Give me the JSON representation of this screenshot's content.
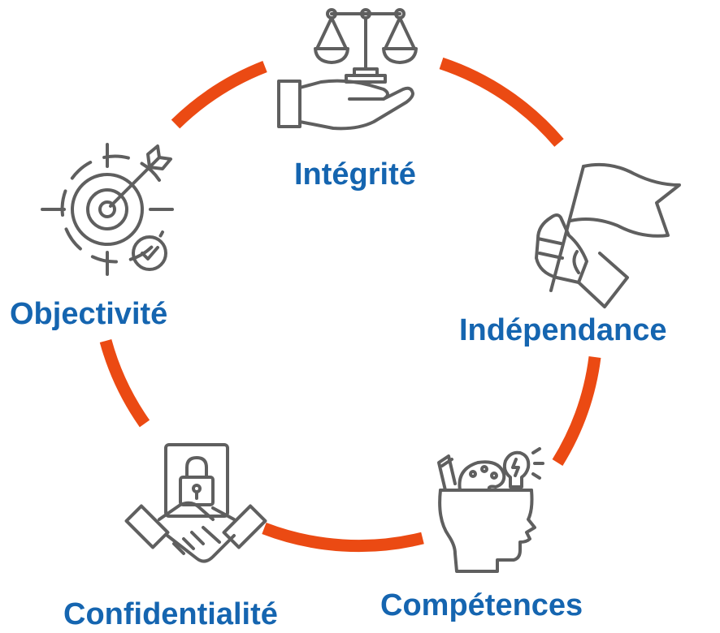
{
  "colors": {
    "ring": "#eb4a13",
    "icon": "#5f5f5f",
    "label": "#1565b0"
  },
  "items": [
    {
      "label": "Intégrité",
      "icon": "justice-scales-hand-icon"
    },
    {
      "label": "Indépendance",
      "icon": "hand-holding-flag-icon"
    },
    {
      "label": "Compétences",
      "icon": "head-ideas-icon"
    },
    {
      "label": "Confidentialité",
      "icon": "handshake-lock-icon"
    },
    {
      "label": "Objectivité",
      "icon": "target-arrow-check-icon"
    }
  ]
}
